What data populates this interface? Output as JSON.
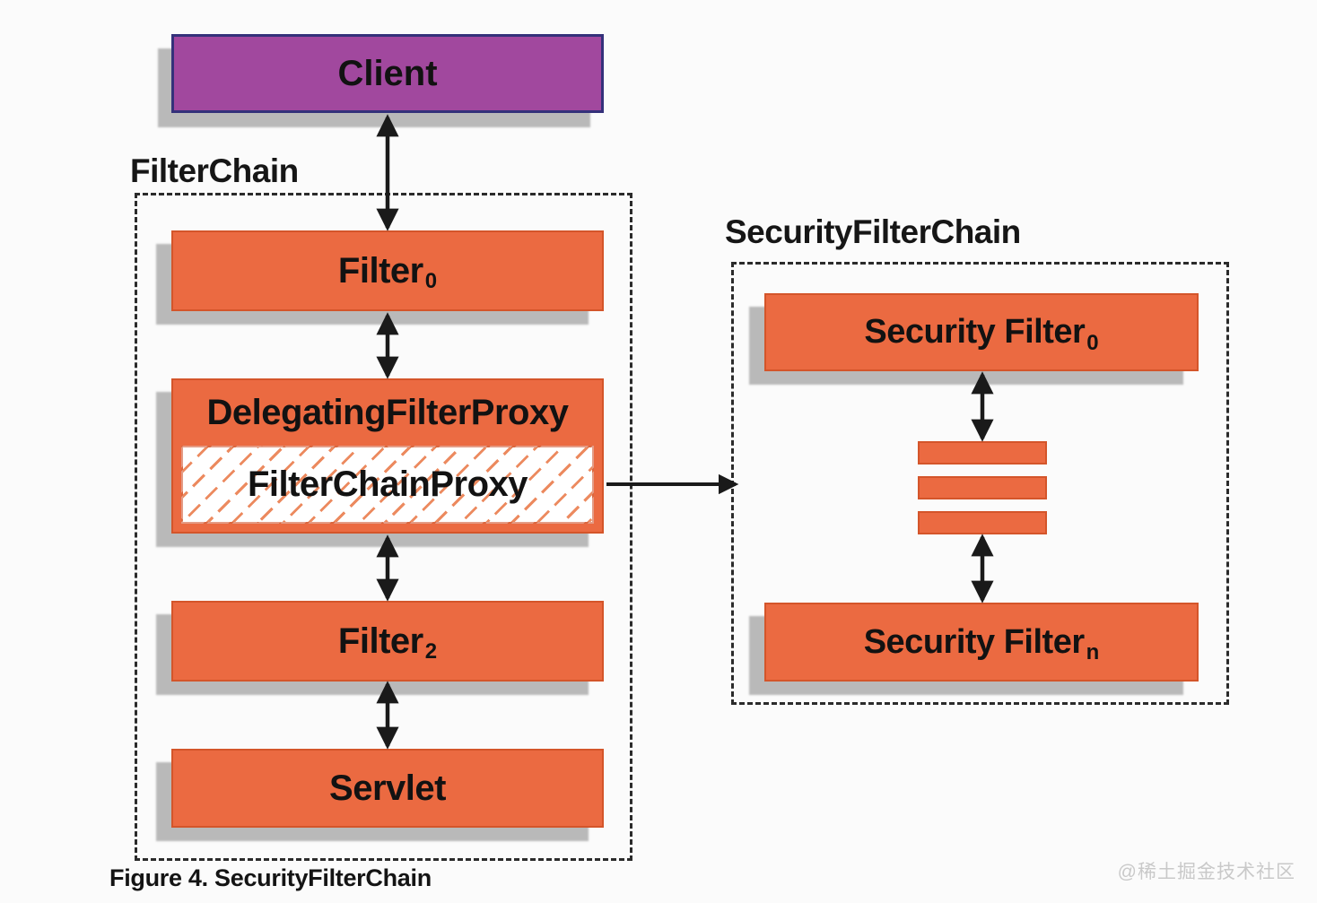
{
  "left_panel": {
    "label": "FilterChain",
    "client": "Client",
    "filter0": {
      "base": "Filter",
      "sub": "0"
    },
    "delegating_filter_proxy": "DelegatingFilterProxy",
    "filter_chain_proxy": "FilterChainProxy",
    "filter2": {
      "base": "Filter",
      "sub": "2"
    },
    "servlet": "Servlet"
  },
  "right_panel": {
    "label": "SecurityFilterChain",
    "security_filter0": {
      "base": "Security Filter",
      "sub": "0"
    },
    "security_filtern": {
      "base": "Security Filter",
      "sub": "n"
    }
  },
  "caption": "Figure 4. SecurityFilterChain",
  "watermark": "@稀土掘金技术社区",
  "colors": {
    "box_orange": "#EB6A41",
    "box_orange_border": "#D4552A",
    "client_purple": "#A1489E",
    "client_border": "#34317A",
    "shadow_gray": "#B9B9B9",
    "arrow_black": "#1A1A1A",
    "hatch_line": "#EC8A5F",
    "watermark_gray": "#C9C9C9"
  }
}
